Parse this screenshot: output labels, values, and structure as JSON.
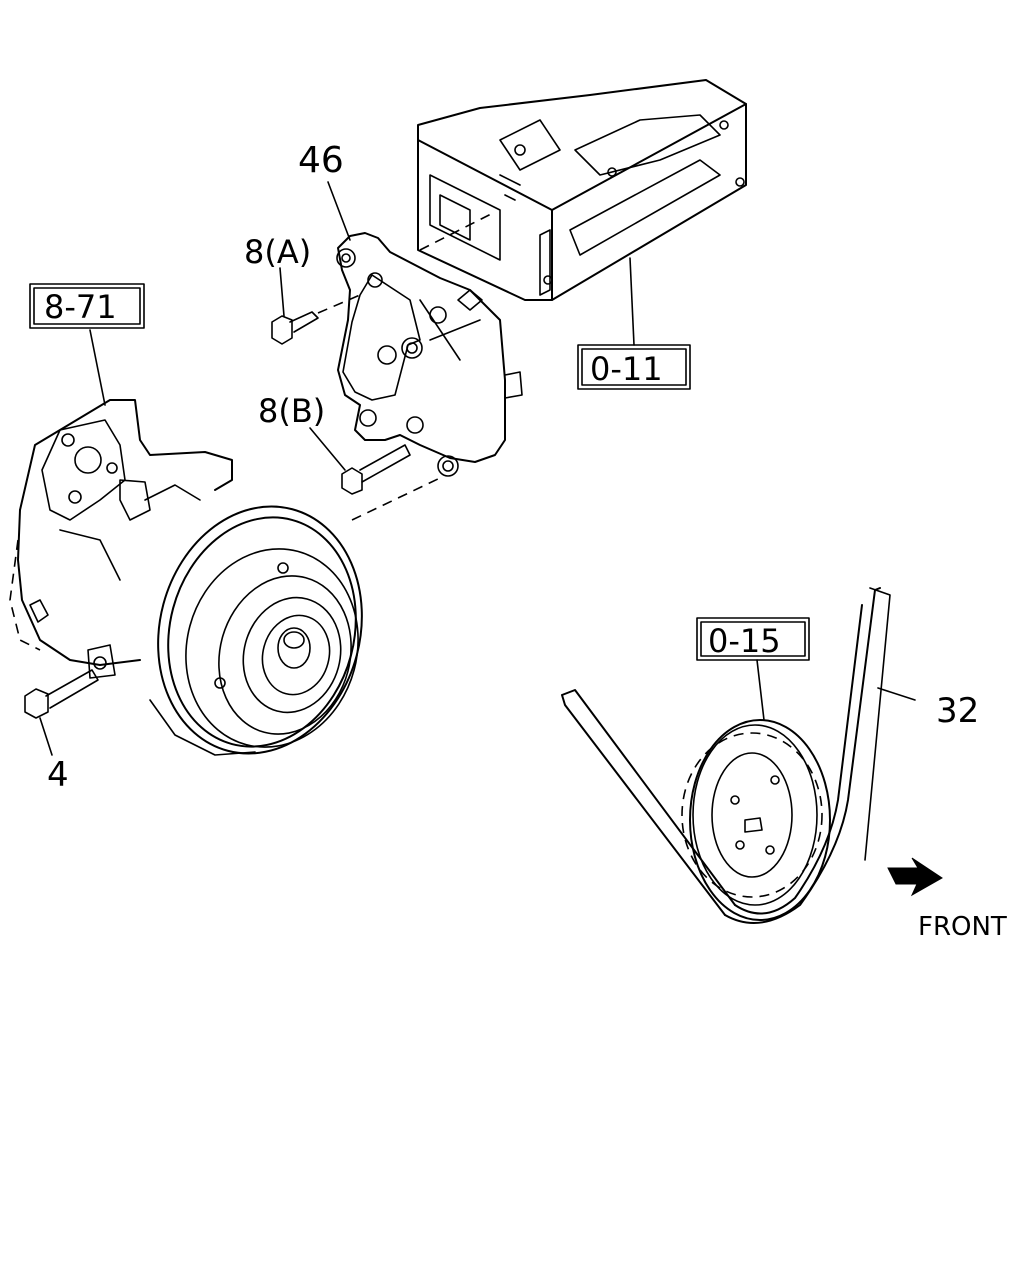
{
  "callouts": {
    "part_46": "46",
    "part_8a": "8(A)",
    "part_8b": "8(B)",
    "part_4": "4",
    "part_32": "32",
    "ref_8_71": "8-71",
    "ref_0_11": "0-11",
    "ref_0_15": "0-15"
  },
  "direction": {
    "label": "FRONT",
    "icon": "front-arrow-icon"
  },
  "colors": {
    "line": "#000000",
    "background": "#ffffff"
  }
}
